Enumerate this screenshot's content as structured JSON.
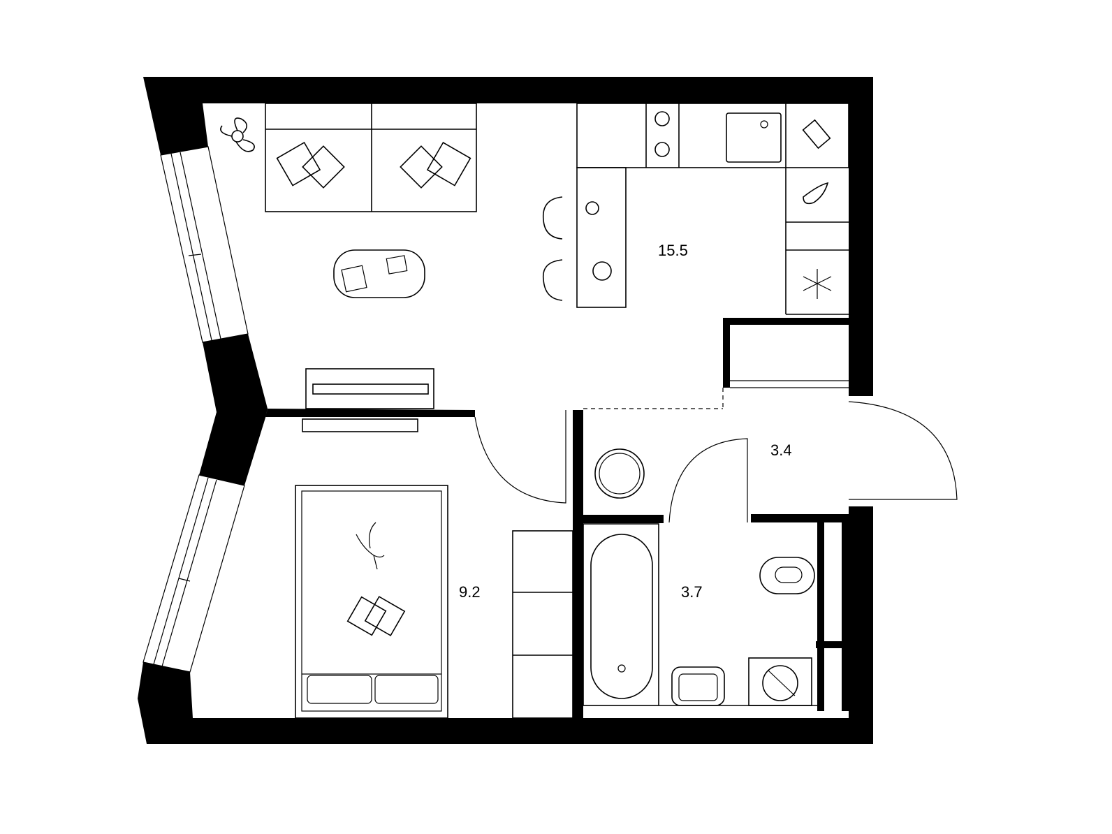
{
  "rooms": [
    {
      "name": "living-kitchen",
      "area": "15.5"
    },
    {
      "name": "hallway",
      "area": "3.4"
    },
    {
      "name": "bedroom",
      "area": "9.2"
    },
    {
      "name": "bathroom",
      "area": "3.7"
    }
  ]
}
